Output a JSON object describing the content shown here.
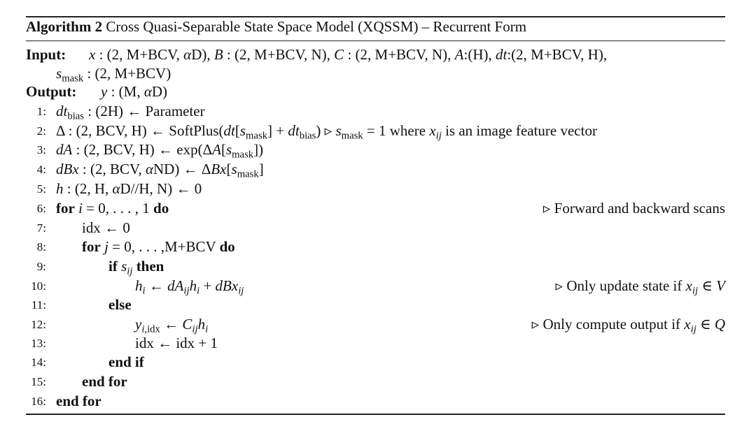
{
  "header": {
    "label": "Algorithm 2",
    "title": "Cross Quasi-Separable State Space Model (XQSSM) – Recurrent Form"
  },
  "input": {
    "keyword": "Input:",
    "line1": "x : (2, M+BCV, αD), B : (2, M+BCV, N), C : (2, M+BCV, N), A:(H), dt:(2, M+BCV, H),",
    "line2": "smask : (2, M+BCV)"
  },
  "output": {
    "keyword": "Output:",
    "text": "y : (M, αD)"
  },
  "lines": [
    {
      "num": "1:",
      "text": "dtbias : (2H) ← Parameter",
      "comment": ""
    },
    {
      "num": "2:",
      "text": "Δ : (2, BCV, H) ← SoftPlus(dt[smask] + dtbias) ▹ smask = 1 where xij is an image feature vector",
      "comment": ""
    },
    {
      "num": "3:",
      "text": "dA : (2, BCV, H) ← exp(ΔA[smask])",
      "comment": ""
    },
    {
      "num": "4:",
      "text": "dBx : (2, BCV, αND) ← ΔBx[smask]",
      "comment": ""
    },
    {
      "num": "5:",
      "text": "h : (2, H, αD//H, N) ← 0",
      "comment": ""
    },
    {
      "num": "6:",
      "text": "for i = 0, . . . , 1 do",
      "comment": "▹ Forward and backward scans"
    },
    {
      "num": "7:",
      "text": "idx ← 0",
      "comment": ""
    },
    {
      "num": "8:",
      "text": "for j = 0, . . . ,M+BCV do",
      "comment": ""
    },
    {
      "num": "9:",
      "text": "if sij then",
      "comment": ""
    },
    {
      "num": "10:",
      "text": "hi ← dAijhi + dBxij",
      "comment": "▹ Only update state if xij ∈ V"
    },
    {
      "num": "11:",
      "text": "else",
      "comment": ""
    },
    {
      "num": "12:",
      "text": "yi,idx ← Cijhi",
      "comment": "▹ Only compute output if xij ∈ Q"
    },
    {
      "num": "13:",
      "text": "idx ← idx + 1",
      "comment": ""
    },
    {
      "num": "14:",
      "text": "end if",
      "comment": ""
    },
    {
      "num": "15:",
      "text": "end for",
      "comment": ""
    },
    {
      "num": "16:",
      "text": "end for",
      "comment": ""
    }
  ]
}
